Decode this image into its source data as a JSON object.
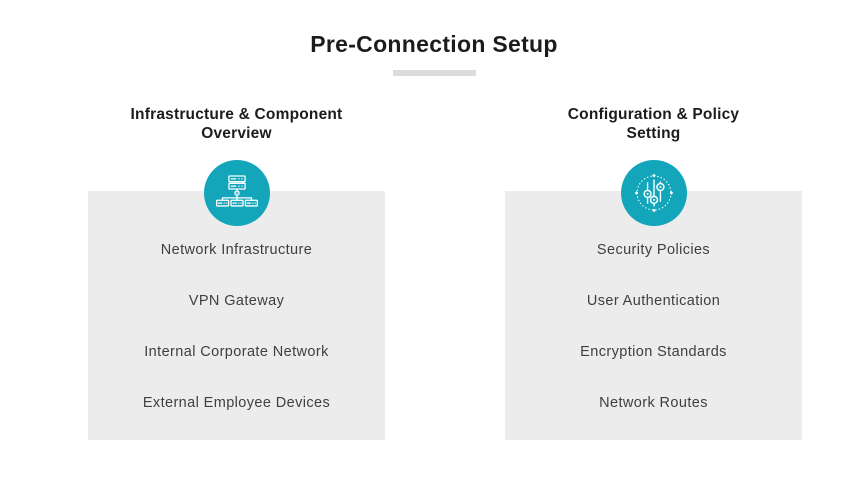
{
  "page": {
    "title": "Pre-Connection Setup"
  },
  "colors": {
    "accent_teal": "#13a5ba",
    "panel_gray": "#ececec",
    "underline_gray": "#dcdcdc",
    "heading_text": "#1c1c1c",
    "body_text": "#3f3f3f",
    "icon_stroke": "#ffffff"
  },
  "columns": [
    {
      "header_line1": "Infrastructure & Component",
      "header_line2": "Overview",
      "icon": "network-servers-icon",
      "items": [
        "Network Infrastructure",
        "VPN Gateway",
        "Internal Corporate Network",
        "External Employee Devices"
      ]
    },
    {
      "header_line1": "Configuration & Policy",
      "header_line2": "Setting",
      "icon": "sliders-icon",
      "items": [
        "Security Policies",
        "User Authentication",
        "Encryption Standards",
        "Network Routes"
      ]
    }
  ]
}
